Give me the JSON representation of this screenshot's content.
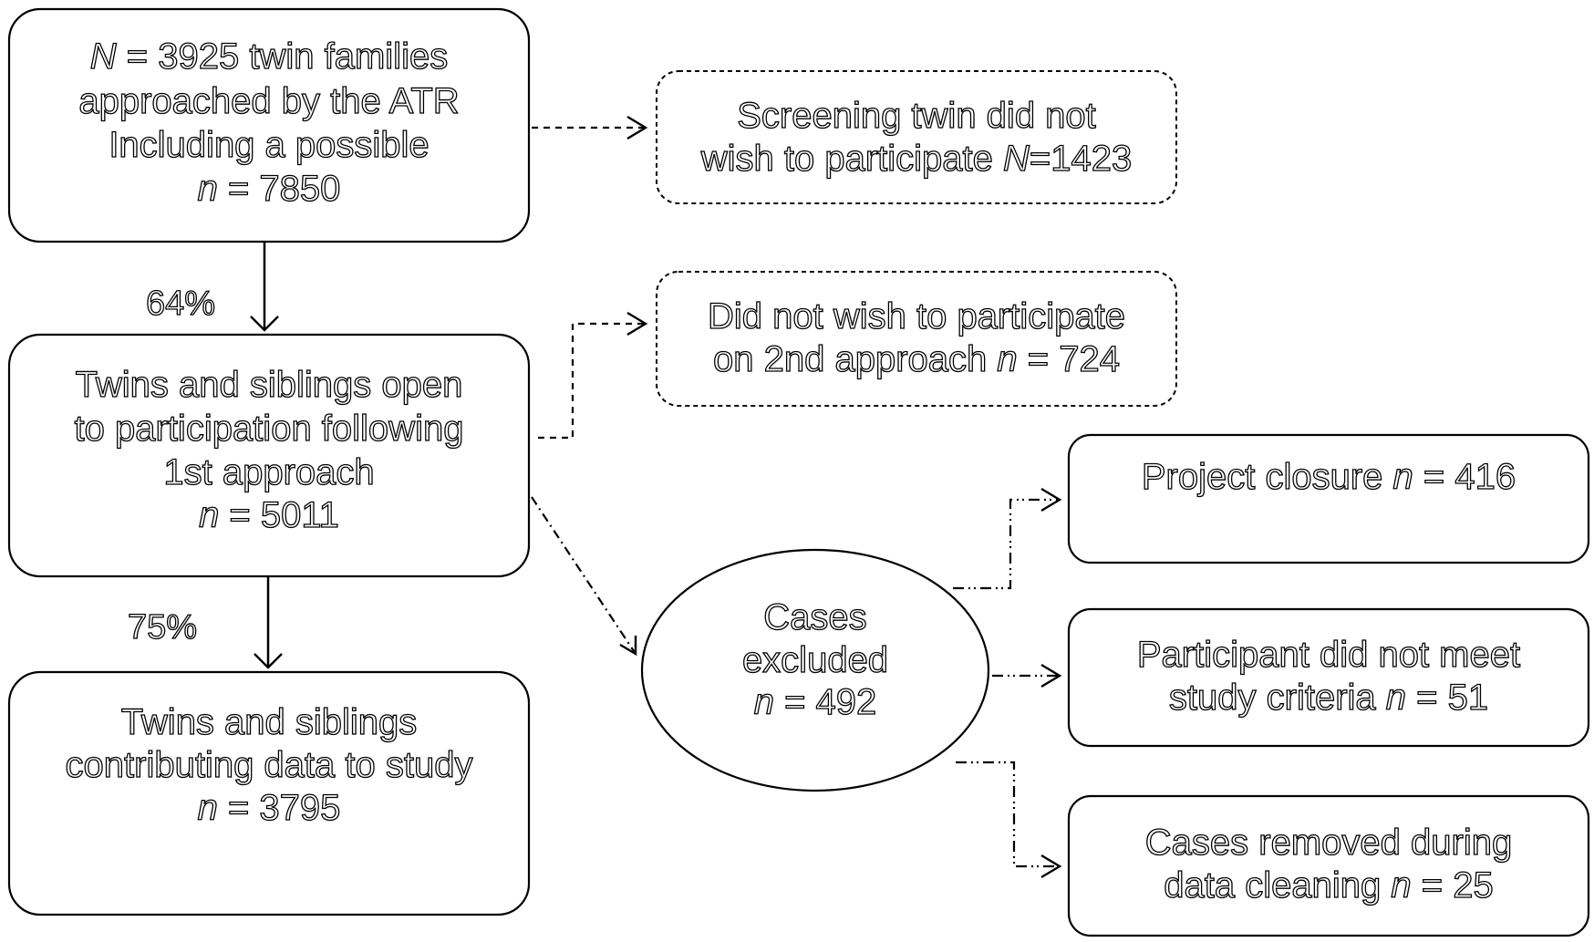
{
  "boxes": {
    "approached": {
      "line1_var": "N",
      "line1_rest": " = 3925 twin families",
      "line2": "approached by the ATR",
      "line3": "Including a possible",
      "line4_var": "n",
      "line4_rest": " = 7850"
    },
    "screening_declined": {
      "line1": "Screening twin did not",
      "line2_pre": "wish to participate ",
      "line2_var": "N",
      "line2_rest": "=1423"
    },
    "open_first": {
      "line1": "Twins and siblings open",
      "line2": "to participation following",
      "line3": "1st approach",
      "line4_var": "n",
      "line4_rest": " = 5011"
    },
    "declined_second": {
      "line1": "Did not wish to participate",
      "line2_pre": "on 2nd approach ",
      "line2_var": "n",
      "line2_rest": " = 724"
    },
    "contributing": {
      "line1": "Twins and siblings",
      "line2": "contributing data to study",
      "line3_var": "n",
      "line3_rest": " = 3795"
    },
    "excluded": {
      "line1": "Cases",
      "line2": "excluded",
      "line3_var": "n",
      "line3_rest": " = 492"
    },
    "project_closure": {
      "line1_pre": "Project closure ",
      "line1_var": "n",
      "line1_rest": " = 416"
    },
    "criteria": {
      "line1": "Participant did not meet",
      "line2_pre": "study criteria ",
      "line2_var": "n",
      "line2_rest": " = 51"
    },
    "cleaning": {
      "line1": "Cases removed during",
      "line2_pre": "data cleaning ",
      "line2_var": "n",
      "line2_rest": " = 25"
    }
  },
  "percentages": {
    "first": "64%",
    "second": "75%"
  }
}
